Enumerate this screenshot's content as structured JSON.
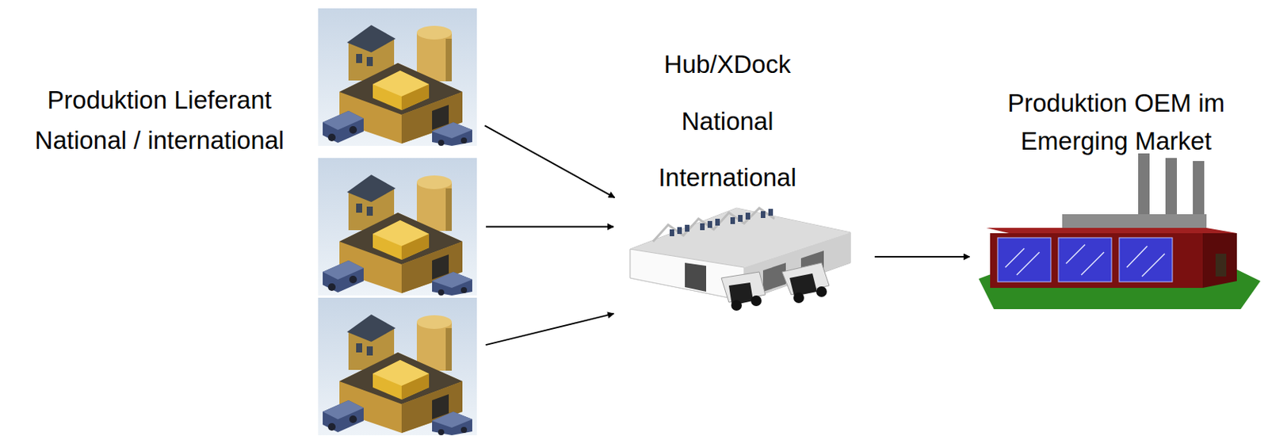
{
  "diagram": {
    "nodes": [
      {
        "text": [
          "Produktion Lieferant National / international"
        ]
      },
      {
        "text": []
      },
      {
        "text": []
      },
      {
        "text": [
          "Hub/XDock",
          "National",
          "International"
        ]
      },
      {
        "text": [
          "Produktion OEM im Emerging Market"
        ]
      }
    ],
    "edges": [
      {
        "from": 0,
        "to": 3,
        "arrow": "to"
      },
      {
        "from": 1,
        "to": 3,
        "arrow": "to"
      },
      {
        "from": 2,
        "to": 3,
        "arrow": "to"
      },
      {
        "from": 3,
        "to": 4,
        "arrow": "to"
      }
    ]
  }
}
